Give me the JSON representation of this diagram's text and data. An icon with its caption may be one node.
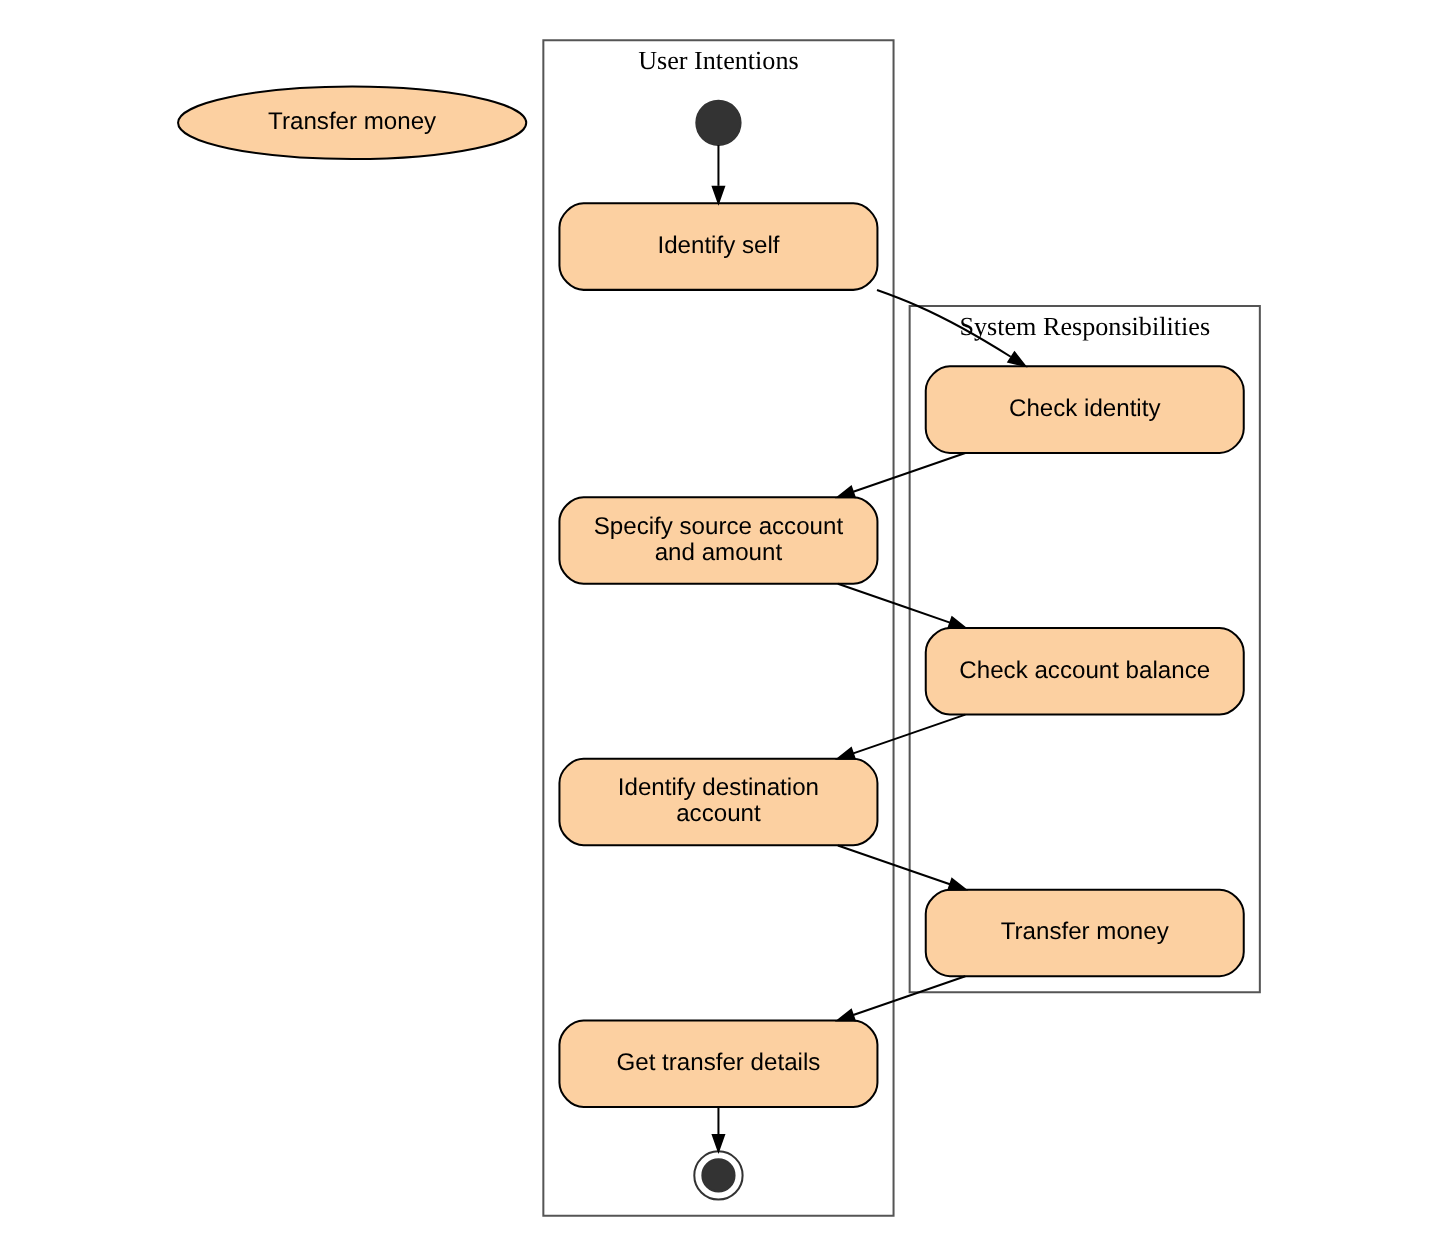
{
  "diagram": {
    "nodes": [
      {
        "text": [
          "Transfer money"
        ]
      },
      {
        "text": [
          "User Intentions"
        ]
      },
      {
        "text": [
          "System Responsibilities"
        ]
      },
      {
        "text": [],
        "shape": "circle",
        "in": 1
      },
      {
        "text": [
          "Identify self"
        ],
        "in": 1
      },
      {
        "text": [
          "Specify source account and amount"
        ],
        "in": 1
      },
      {
        "text": [
          "Identify destination account"
        ],
        "in": 1
      },
      {
        "text": [
          "Get transfer details"
        ],
        "in": 1
      },
      {
        "text": [],
        "shape": "bullseye",
        "in": 1
      },
      {
        "text": [
          "Check identity"
        ],
        "in": 2
      },
      {
        "text": [
          "Check account balance"
        ],
        "in": 2
      },
      {
        "text": [
          "Transfer money"
        ],
        "in": 2
      }
    ],
    "edges": [
      {
        "from": 3,
        "to": 4,
        "arrow": "to"
      },
      {
        "from": 4,
        "to": 9,
        "arrow": "to"
      },
      {
        "from": 9,
        "to": 5,
        "arrow": "to"
      },
      {
        "from": 5,
        "to": 10,
        "arrow": "to"
      },
      {
        "from": 10,
        "to": 6,
        "arrow": "to"
      },
      {
        "from": 6,
        "to": 11,
        "arrow": "to"
      },
      {
        "from": 11,
        "to": 7,
        "arrow": "to"
      },
      {
        "from": 7,
        "to": 8,
        "arrow": "to"
      }
    ]
  }
}
